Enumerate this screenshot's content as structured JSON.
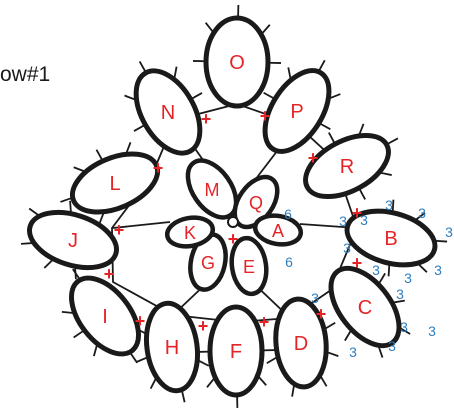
{
  "caption": "ow#1",
  "colors": {
    "outline": "#1a1a1a",
    "ring_label": "#e52428",
    "join_mark": "#e52428",
    "stitch_count": "#2d7fc1"
  },
  "rings": {
    "O": "O",
    "P": "P",
    "R": "R",
    "B": "B",
    "C": "C",
    "D": "D",
    "F": "F",
    "H": "H",
    "I": "I",
    "J": "J",
    "L": "L",
    "N": "N",
    "M": "M",
    "Q": "Q",
    "A": "A",
    "E": "E",
    "G": "G",
    "K": "K"
  },
  "joins": [
    "+",
    "+",
    "+",
    "+",
    "+",
    "+",
    "+",
    "+",
    "+",
    "+",
    "+",
    "+",
    "+"
  ],
  "stitch_counts": [
    "6",
    "6",
    "3",
    "3",
    "3",
    "3",
    "3",
    "3",
    "3",
    "3",
    "3",
    "3",
    "3",
    "3",
    "3",
    "3",
    "3"
  ]
}
